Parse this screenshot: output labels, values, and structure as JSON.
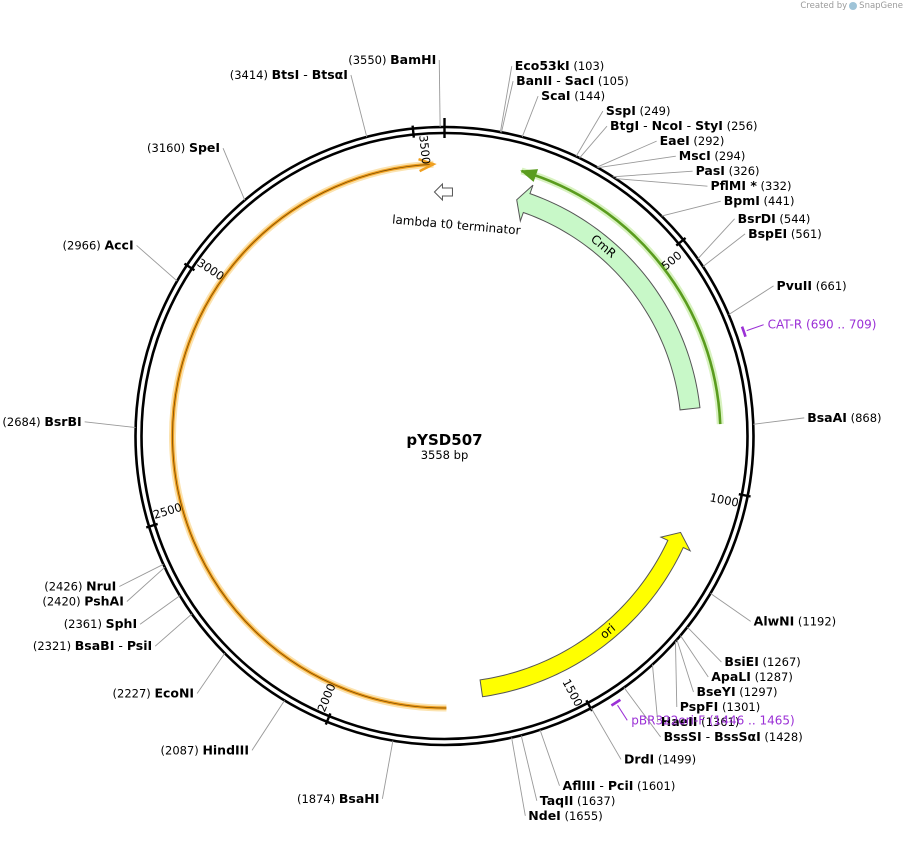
{
  "credit": {
    "prefix": "Created by",
    "brand": "SnapGene"
  },
  "plasmid": {
    "name": "pYSD507",
    "length_label": "3558 bp",
    "length": 3558
  },
  "colors": {
    "backbone": "#000000",
    "primer": "#9b30d6",
    "cmr": "#c8f8c8",
    "ori": "#ffff00",
    "terminator": "#ffffff",
    "orange_arc": "#f0a020",
    "green_arc": "#5a9c1e"
  },
  "ticks": [
    {
      "label": "500",
      "bp": 500
    },
    {
      "label": "1000",
      "bp": 1000
    },
    {
      "label": "1500",
      "bp": 1500
    },
    {
      "label": "2000",
      "bp": 2000
    },
    {
      "label": "2500",
      "bp": 2500
    },
    {
      "label": "3000",
      "bp": 3000
    },
    {
      "label": "3500",
      "bp": 3500
    }
  ],
  "features": [
    {
      "name": "CmR",
      "type": "cds",
      "start": 168,
      "end": 827,
      "direction": "reverse"
    },
    {
      "name": "ori",
      "type": "rep_origin",
      "start": 1109,
      "end": 1697,
      "direction": "reverse"
    },
    {
      "name": "lambda t0 terminator",
      "type": "terminator",
      "start": 3558,
      "end": 37,
      "direction": "reverse"
    }
  ],
  "enzymes": [
    {
      "name": "BamHI",
      "pos": "(3550)",
      "bp": 3550,
      "side": "left"
    },
    {
      "name": "BtsI  - BtsαI",
      "pos": "(3414)",
      "bp": 3414,
      "side": "left"
    },
    {
      "name": "SpeI",
      "pos": "(3160)",
      "bp": 3160,
      "side": "left"
    },
    {
      "name": "AccI",
      "pos": "(2966)",
      "bp": 2966,
      "side": "left"
    },
    {
      "name": "BsrBI",
      "pos": "(2684)",
      "bp": 2684,
      "side": "left"
    },
    {
      "name": "NruI",
      "pos": "(2426)",
      "bp": 2426,
      "side": "left"
    },
    {
      "name": "PshAI",
      "pos": "(2420)",
      "bp": 2420,
      "side": "left"
    },
    {
      "name": "SphI",
      "pos": "(2361)",
      "bp": 2361,
      "side": "left"
    },
    {
      "name": "BsaBI  - PsiI",
      "pos": "(2321)",
      "bp": 2321,
      "side": "left"
    },
    {
      "name": "EcoNI",
      "pos": "(2227)",
      "bp": 2227,
      "side": "left"
    },
    {
      "name": "HindIII",
      "pos": "(2087)",
      "bp": 2087,
      "side": "left"
    },
    {
      "name": "BsaHI",
      "pos": "(1874)",
      "bp": 1874,
      "side": "left"
    },
    {
      "name": "Eco53kI",
      "pos": "(103)",
      "bp": 103,
      "side": "right"
    },
    {
      "name": "BanII  - SacI",
      "pos": "(105)",
      "bp": 105,
      "side": "right"
    },
    {
      "name": "ScaI",
      "pos": "(144)",
      "bp": 144,
      "side": "right"
    },
    {
      "name": "SspI",
      "pos": "(249)",
      "bp": 249,
      "side": "right"
    },
    {
      "name": "BtgI  - NcoI  - StyI",
      "pos": "(256)",
      "bp": 256,
      "side": "right"
    },
    {
      "name": "EaeI",
      "pos": "(292)",
      "bp": 292,
      "side": "right"
    },
    {
      "name": "MscI",
      "pos": "(294)",
      "bp": 294,
      "side": "right"
    },
    {
      "name": "PasI",
      "pos": "(326)",
      "bp": 326,
      "side": "right"
    },
    {
      "name": "PflMI *",
      "pos": "(332)",
      "bp": 332,
      "side": "right"
    },
    {
      "name": "BpmI",
      "pos": "(441)",
      "bp": 441,
      "side": "right"
    },
    {
      "name": "BsrDI",
      "pos": "(544)",
      "bp": 544,
      "side": "right"
    },
    {
      "name": "BspEI",
      "pos": "(561)",
      "bp": 561,
      "side": "right"
    },
    {
      "name": "PvuII",
      "pos": "(661)",
      "bp": 661,
      "side": "right"
    },
    {
      "name": "BsaAI",
      "pos": "(868)",
      "bp": 868,
      "side": "right"
    },
    {
      "name": "AlwNI",
      "pos": "(1192)",
      "bp": 1192,
      "side": "right"
    },
    {
      "name": "BsiEI",
      "pos": "(1267)",
      "bp": 1267,
      "side": "right"
    },
    {
      "name": "ApaLI",
      "pos": "(1287)",
      "bp": 1287,
      "side": "right"
    },
    {
      "name": "BseYI",
      "pos": "(1297)",
      "bp": 1297,
      "side": "right"
    },
    {
      "name": "PspFI",
      "pos": "(1301)",
      "bp": 1301,
      "side": "right"
    },
    {
      "name": "HaeII",
      "pos": "(1361)",
      "bp": 1361,
      "side": "right"
    },
    {
      "name": "BssSI  - BssSαI",
      "pos": "(1428)",
      "bp": 1428,
      "side": "right"
    },
    {
      "name": "DrdI",
      "pos": "(1499)",
      "bp": 1499,
      "side": "right"
    },
    {
      "name": "AflIII  - PciI",
      "pos": "(1601)",
      "bp": 1601,
      "side": "right"
    },
    {
      "name": "TaqII",
      "pos": "(1637)",
      "bp": 1637,
      "side": "right"
    },
    {
      "name": "NdeI",
      "pos": "(1655)",
      "bp": 1655,
      "side": "right"
    }
  ],
  "primers": [
    {
      "name": "CAT-R",
      "range": "(690 .. 709)",
      "start": 690,
      "end": 709
    },
    {
      "name": "pBR322ori-F",
      "range": "(1446 .. 1465)",
      "start": 1446,
      "end": 1465
    }
  ]
}
